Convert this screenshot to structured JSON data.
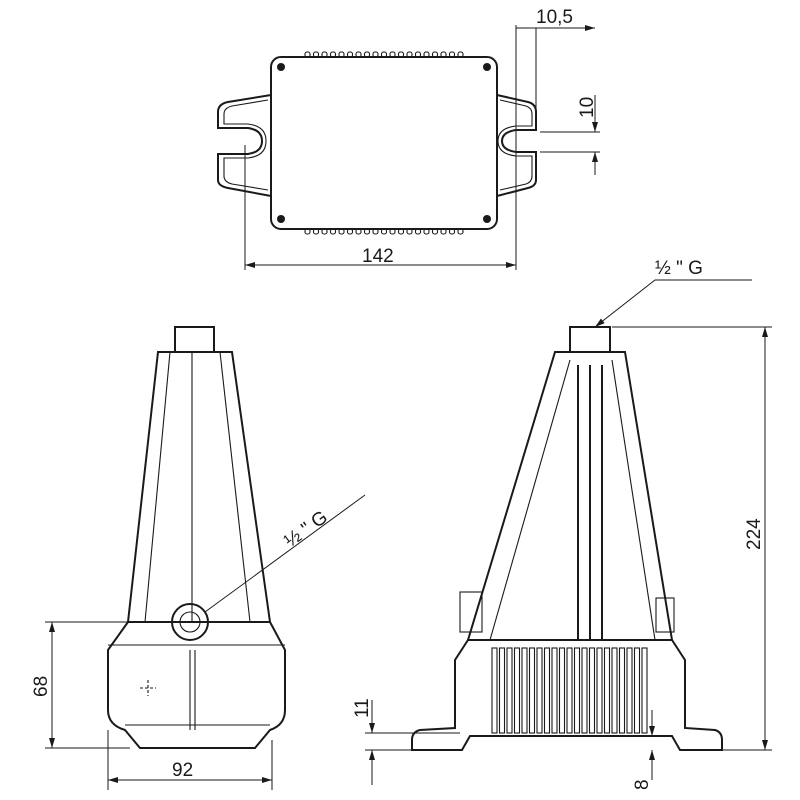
{
  "dimensions": {
    "top_overhang": "10,5",
    "slot_width": "10",
    "overall_length": "142",
    "front_thread": "½ \" G",
    "side_thread": "½ \" G",
    "height": "224",
    "inlet_height": "68",
    "base_height": "11",
    "foot_thickness": "8",
    "base_width": "92"
  },
  "colors": {
    "line": "#1a1a1a",
    "background": "#ffffff"
  }
}
